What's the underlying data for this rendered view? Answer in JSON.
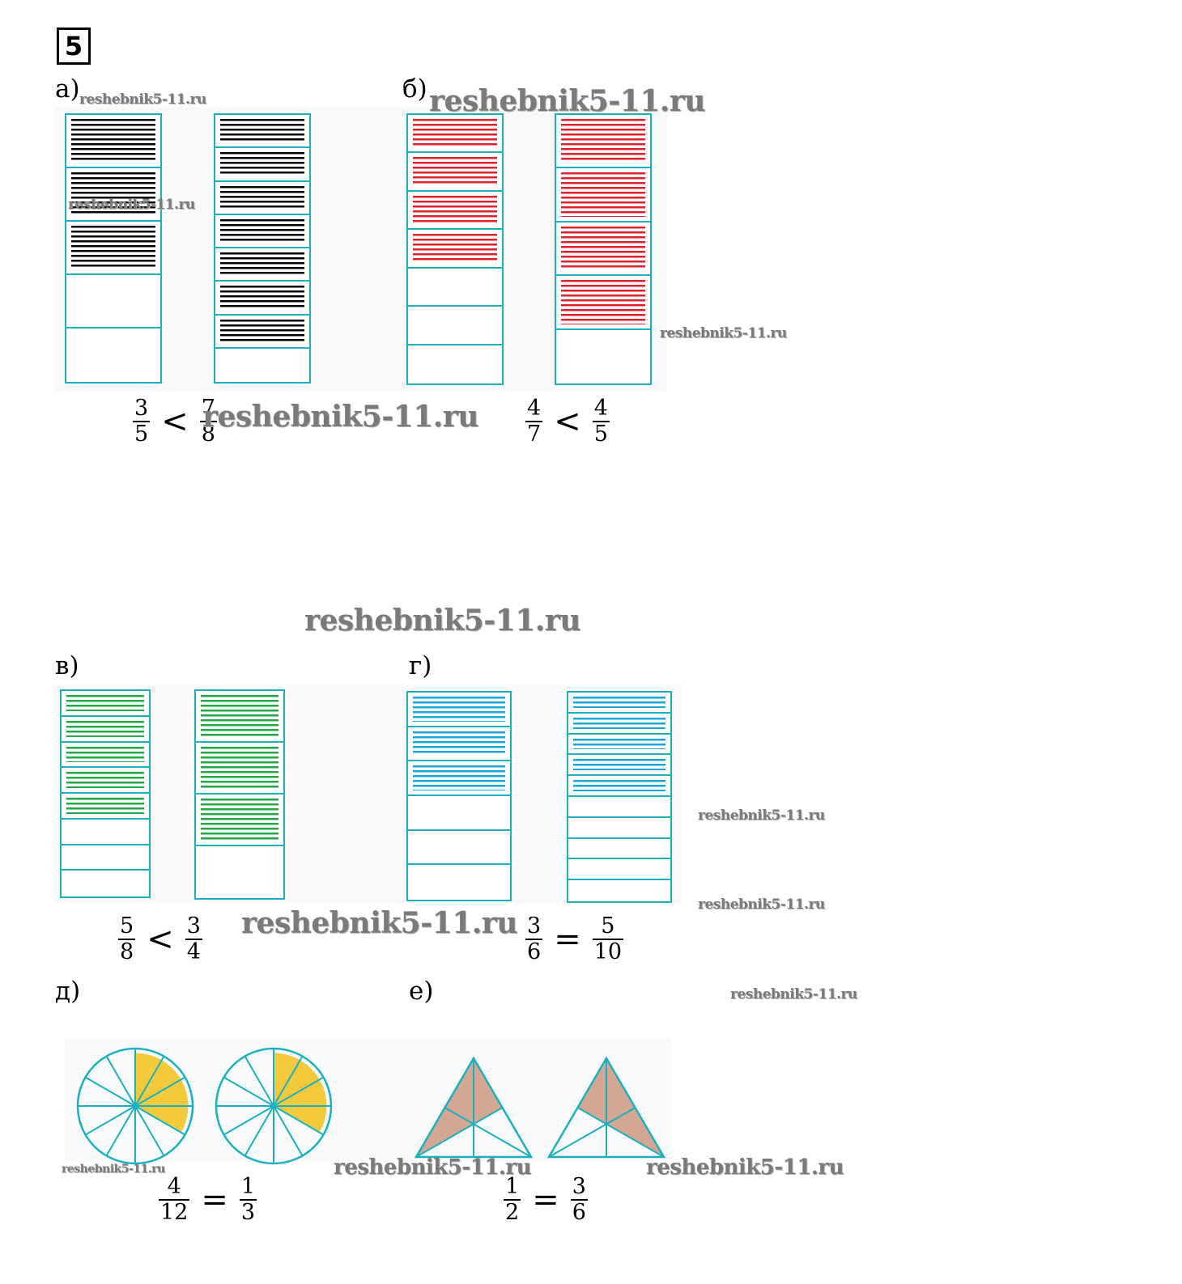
{
  "task": {
    "number": "5"
  },
  "parts": [
    {
      "id": "a",
      "label": "а)",
      "expr": {
        "left": [
          "3",
          "5"
        ],
        "op": "<",
        "right": [
          "7",
          "8"
        ]
      },
      "bars": [
        {
          "parts": 5,
          "filled": 3,
          "color": "#000000"
        },
        {
          "parts": 8,
          "filled": 7,
          "color": "#000000"
        }
      ]
    },
    {
      "id": "b",
      "label": "б)",
      "expr": {
        "left": [
          "4",
          "7"
        ],
        "op": "<",
        "right": [
          "4",
          "5"
        ]
      },
      "bars": [
        {
          "parts": 7,
          "filled": 4,
          "color": "#e0202a"
        },
        {
          "parts": 5,
          "filled": 4,
          "color": "#e0202a"
        }
      ]
    },
    {
      "id": "v",
      "label": "в)",
      "expr": {
        "left": [
          "5",
          "8"
        ],
        "op": "<",
        "right": [
          "3",
          "4"
        ]
      },
      "bars": [
        {
          "parts": 8,
          "filled": 5,
          "color": "#22a845"
        },
        {
          "parts": 4,
          "filled": 3,
          "color": "#22a845"
        }
      ]
    },
    {
      "id": "g",
      "label": "г)",
      "expr": {
        "left": [
          "3",
          "6"
        ],
        "op": "=",
        "right": [
          "5",
          "10"
        ]
      },
      "bars": [
        {
          "parts": 6,
          "filled": 3,
          "color": "#1aa6d8"
        },
        {
          "parts": 10,
          "filled": 5,
          "color": "#1aa6d8"
        }
      ]
    },
    {
      "id": "d",
      "label": "д)",
      "expr": {
        "left": [
          "4",
          "12"
        ],
        "op": "=",
        "right": [
          "1",
          "3"
        ]
      },
      "circles": [
        {
          "sectors": 12,
          "filled": 4,
          "color": "#f2c21a"
        },
        {
          "sectors": 12,
          "filled": 4,
          "color": "#f2c21a"
        }
      ]
    },
    {
      "id": "e",
      "label": "е)",
      "expr": {
        "left": [
          "1",
          "2"
        ],
        "op": "=",
        "right": [
          "3",
          "6"
        ]
      },
      "triangles": [
        {
          "parts": 6,
          "filled": 3,
          "color": "#b5653e"
        },
        {
          "parts": 6,
          "filled": 3,
          "color": "#b5653e"
        }
      ]
    }
  ],
  "watermark": {
    "text": "reshebnik5-11.ru"
  },
  "colors": {
    "outline": "#1ab0c0"
  }
}
